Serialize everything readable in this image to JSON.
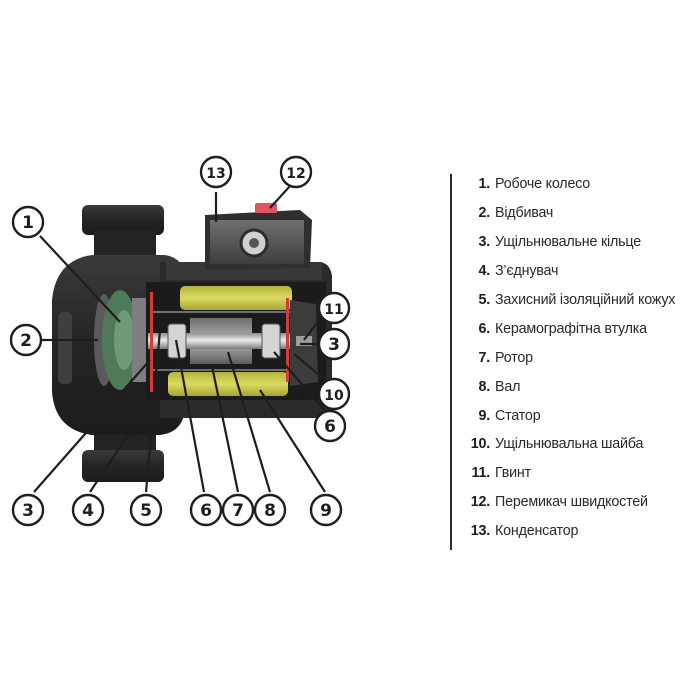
{
  "colors": {
    "housing": "#262626",
    "housing_light": "#3d3d3d",
    "stator_yellow": "#c9c94a",
    "shaft_silver": "#c8c8c8",
    "impeller_green": "#4e7a57",
    "red_accent": "#d63a3a",
    "switch_red": "#e05560"
  },
  "callouts": [
    {
      "id": "c1",
      "number": "1"
    },
    {
      "id": "c2",
      "number": "2"
    },
    {
      "id": "c3a",
      "number": "3"
    },
    {
      "id": "c4",
      "number": "4"
    },
    {
      "id": "c5",
      "number": "5"
    },
    {
      "id": "c6a",
      "number": "6"
    },
    {
      "id": "c7",
      "number": "7"
    },
    {
      "id": "c8",
      "number": "8"
    },
    {
      "id": "c9",
      "number": "9"
    },
    {
      "id": "c6b",
      "number": "6"
    },
    {
      "id": "c10",
      "number": "10"
    },
    {
      "id": "c3b",
      "number": "3"
    },
    {
      "id": "c11",
      "number": "11"
    },
    {
      "id": "c12",
      "number": "12"
    },
    {
      "id": "c13",
      "number": "13"
    }
  ],
  "legend": [
    {
      "number": "1.",
      "label": "Робоче колесо"
    },
    {
      "number": "2.",
      "label": "Відбивач"
    },
    {
      "number": "3.",
      "label": "Ущільнювальне кільце"
    },
    {
      "number": "4.",
      "label": "З’єднувач"
    },
    {
      "number": "5.",
      "label": "Захисний ізоляційний кожух"
    },
    {
      "number": "6.",
      "label": "Керамографітна втулка"
    },
    {
      "number": "7.",
      "label": "Ротор"
    },
    {
      "number": "8.",
      "label": "Вал"
    },
    {
      "number": "9.",
      "label": "Статор"
    },
    {
      "number": "10.",
      "label": "Ущільнювальна шайба"
    },
    {
      "number": "11.",
      "label": "Гвинт"
    },
    {
      "number": "12.",
      "label": "Перемикач швидкостей"
    },
    {
      "number": "13.",
      "label": "Конденсатор"
    }
  ]
}
